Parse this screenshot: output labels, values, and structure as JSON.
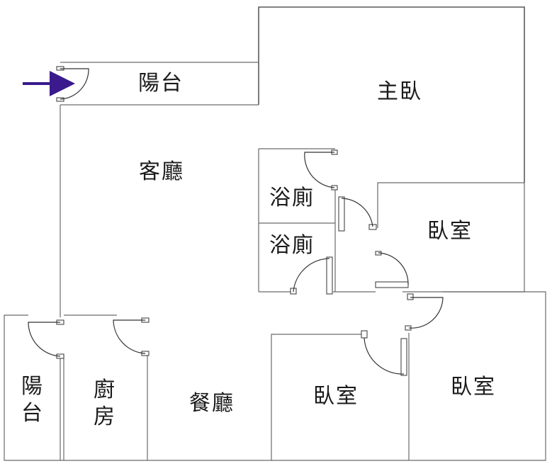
{
  "floorplan": {
    "accent_color": "#3a1a8c",
    "entry_marker": "arrow-icon",
    "rooms": {
      "balcony_top": "陽台",
      "master_bedroom": "主臥",
      "living_room": "客廳",
      "bathroom_1": "浴廁",
      "bathroom_2": "浴廁",
      "bedroom_right": "臥室",
      "balcony_left": "陽台",
      "kitchen": "廚房",
      "dining_room": "餐廳",
      "bedroom_center": "臥室",
      "bedroom_bottom_right": "臥室"
    }
  }
}
